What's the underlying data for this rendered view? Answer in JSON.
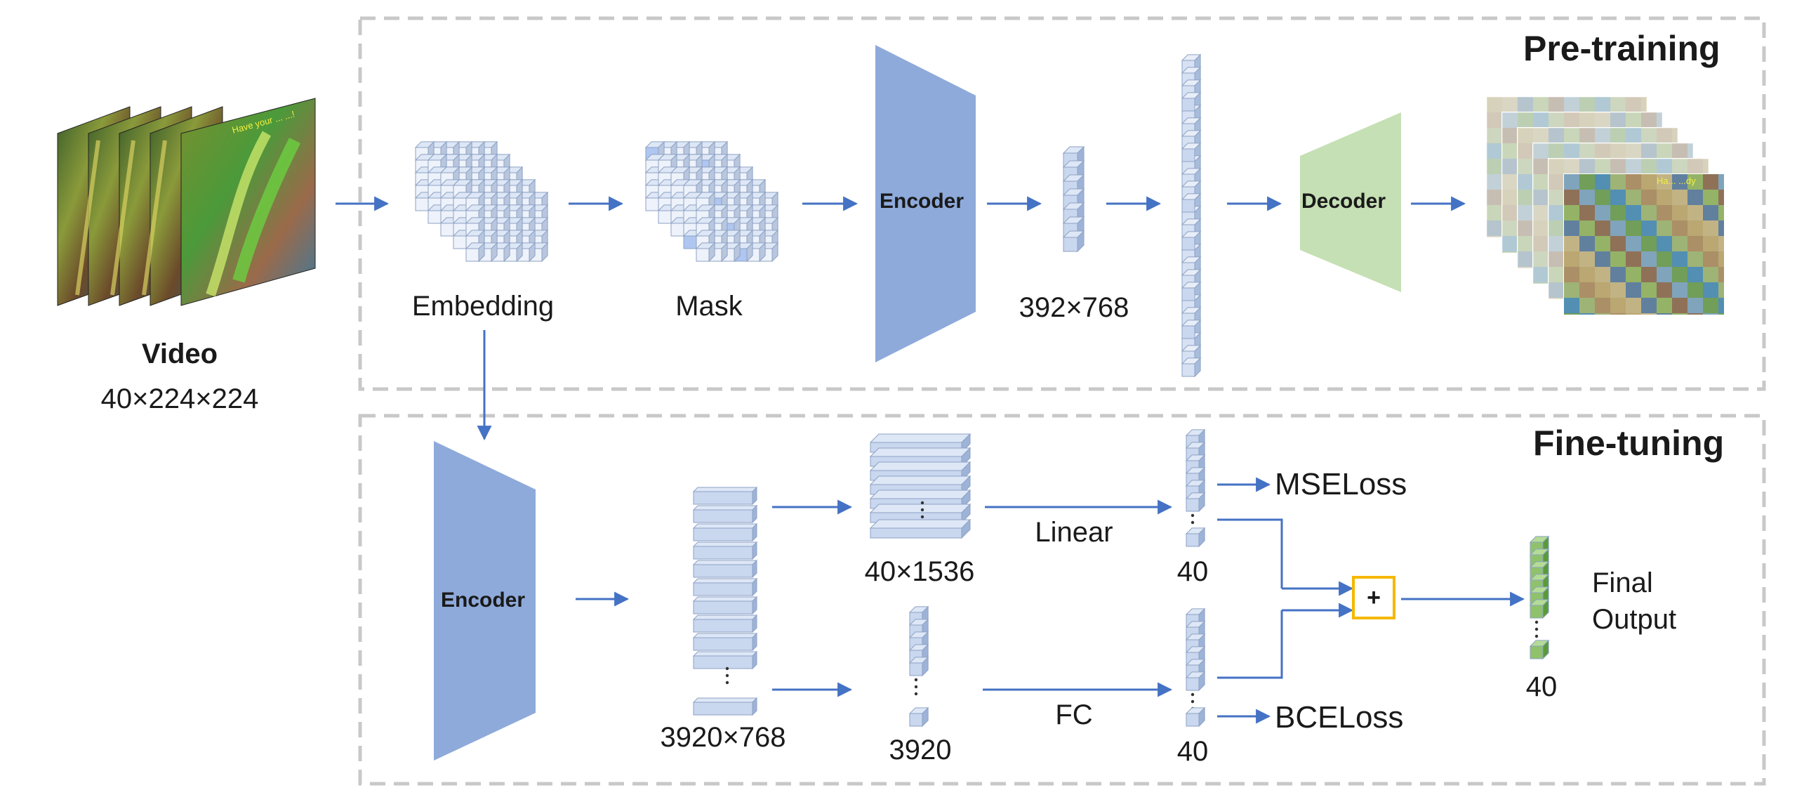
{
  "video": {
    "title": "Video",
    "dims": "40×224×224",
    "frame_caption": "Have your ... ...!"
  },
  "pretraining": {
    "title": "Pre-training",
    "embedding_label": "Embedding",
    "mask_label": "Mask",
    "encoder_label": "Encoder",
    "token_dims": "392×768",
    "decoder_label": "Decoder",
    "recon_caption": "Ha... ...dy"
  },
  "finetuning": {
    "title": "Fine-tuning",
    "encoder_label": "Encoder",
    "features_dims": "3920×768",
    "reshaped_dims": "40×1536",
    "flat_dims": "3920",
    "linear_label": "Linear",
    "fc_label": "FC",
    "linear_out": "40",
    "fc_out": "40",
    "mse_label": "MSELoss",
    "bce_label": "BCELoss",
    "plus_symbol": "+",
    "final_label_line1": "Final",
    "final_label_line2": "Output",
    "final_dims": "40"
  },
  "colors": {
    "arrow": "#4472c4",
    "encoder": "#8eaadb",
    "decoder": "#c5e0b4",
    "cube_face": "#c9d7ef",
    "cube_top": "#dde7f6",
    "cube_side": "#9db3d8",
    "mask_highlight": "#aec6f0",
    "green_cube": "#70ad47",
    "dashed_border": "#c8c8c8",
    "plus_border": "#f5b800"
  }
}
